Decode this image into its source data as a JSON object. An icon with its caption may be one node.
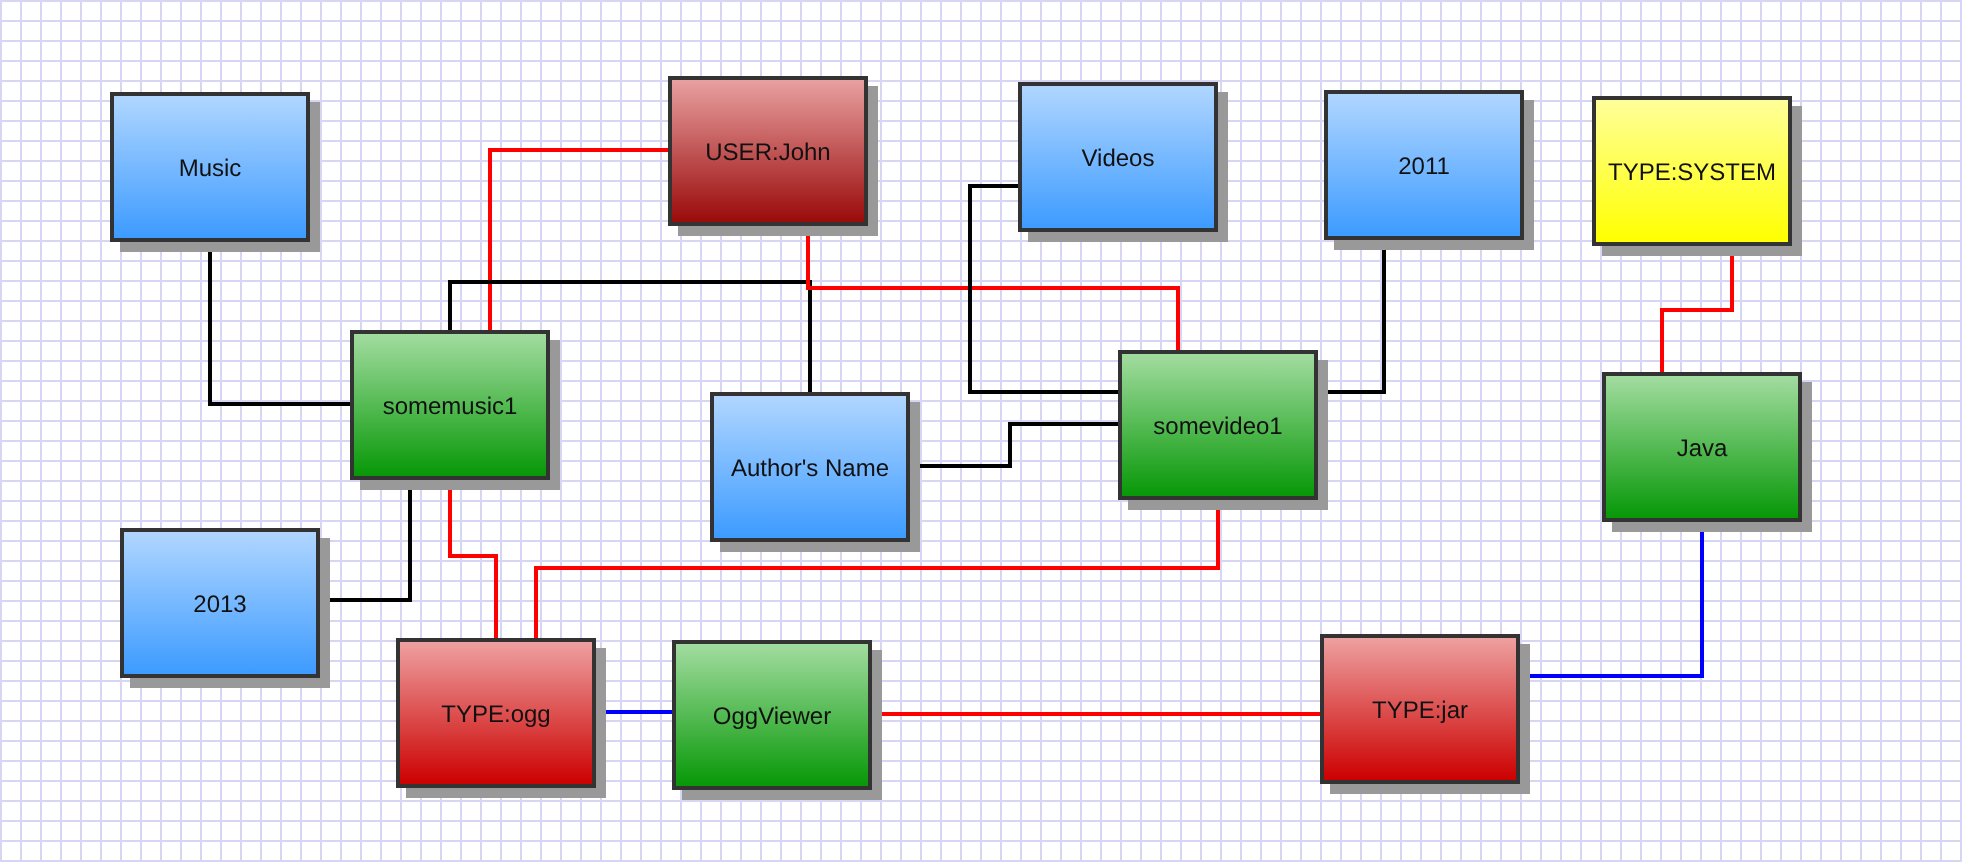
{
  "diagram": {
    "nodes": [
      {
        "text": [
          "Music"
        ]
      },
      {
        "text": [
          "USER:John"
        ]
      },
      {
        "text": [
          "Videos"
        ]
      },
      {
        "text": [
          "2011"
        ]
      },
      {
        "text": [
          "TYPE:SYSTEM"
        ]
      },
      {
        "text": [
          "somemusic1"
        ]
      },
      {
        "text": [
          "Author's Name"
        ]
      },
      {
        "text": [
          "somevideo1"
        ]
      },
      {
        "text": [
          "Java"
        ]
      },
      {
        "text": [
          "2013"
        ]
      },
      {
        "text": [
          "TYPE:ogg"
        ]
      },
      {
        "text": [
          "OggViewer"
        ]
      },
      {
        "text": [
          "TYPE:jar"
        ]
      }
    ],
    "edges": [
      {
        "from": 0,
        "to": 5,
        "arrow": "none"
      },
      {
        "from": 1,
        "to": 5,
        "arrow": "none",
        "color": "#ff0000"
      },
      {
        "from": 5,
        "to": 6,
        "arrow": "none"
      },
      {
        "from": 1,
        "to": 7,
        "arrow": "none",
        "color": "#ff0000"
      },
      {
        "from": 2,
        "to": 7,
        "arrow": "none"
      },
      {
        "from": 6,
        "to": 7,
        "arrow": "none"
      },
      {
        "from": 3,
        "to": 7,
        "arrow": "none"
      },
      {
        "from": 4,
        "to": 8,
        "arrow": "none",
        "color": "#ff0000"
      },
      {
        "from": 5,
        "to": 9,
        "arrow": "none"
      },
      {
        "from": 5,
        "to": 10,
        "arrow": "none",
        "color": "#ff0000"
      },
      {
        "from": 7,
        "to": 10,
        "arrow": "none",
        "color": "#ff0000"
      },
      {
        "from": 10,
        "to": 11,
        "arrow": "none",
        "color": "#0000ff"
      },
      {
        "from": 11,
        "to": 12,
        "arrow": "none",
        "color": "#ff0000"
      },
      {
        "from": 8,
        "to": 12,
        "arrow": "none",
        "color": "#0000ff"
      }
    ]
  }
}
